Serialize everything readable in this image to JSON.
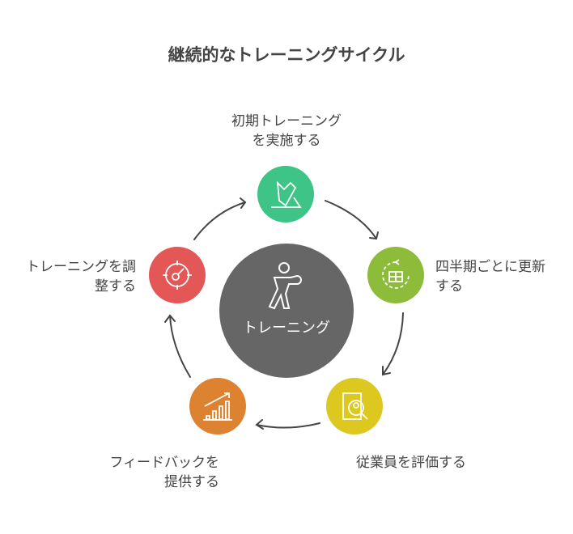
{
  "title": "継続的なトレーニングサイクル",
  "center": {
    "label": "トレーニング",
    "color": "#666666",
    "icon": "person-exercise-icon"
  },
  "steps": [
    {
      "label": "初期トレーニングを実施する",
      "color": "#3EC486",
      "icon": "sneaker-icon"
    },
    {
      "label": "四半期ごとに更新する",
      "color": "#8DBB3A",
      "icon": "calendar-refresh-icon"
    },
    {
      "label": "従業員を評価する",
      "color": "#DCC81E",
      "icon": "employee-search-icon"
    },
    {
      "label": "フィードバックを提供する",
      "color": "#DD8231",
      "icon": "growth-chart-icon"
    },
    {
      "label": "トレーニングを調整する",
      "color": "#E35757",
      "icon": "target-gauge-icon"
    }
  ]
}
